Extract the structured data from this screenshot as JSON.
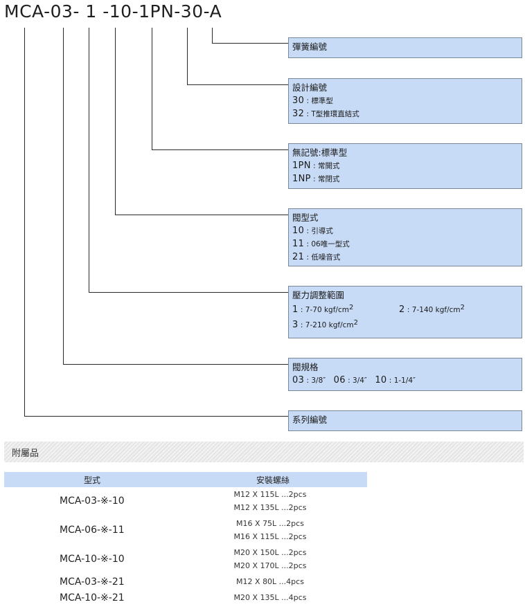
{
  "model_code": "MCA-03- 1 -10-1PN-30-A",
  "spring": {
    "title": "彈簧編號"
  },
  "design": {
    "title": "設計編號",
    "rows": [
      {
        "code": "30",
        "sep": " : ",
        "desc": "標準型"
      },
      {
        "code": "32",
        "sep": " : ",
        "desc": "T型推環直結式"
      }
    ]
  },
  "mark": {
    "title": "無記號:標準型",
    "rows": [
      {
        "code": "1PN",
        "sep": " : ",
        "desc": "常開式"
      },
      {
        "code": "1NP",
        "sep": " : ",
        "desc": "常閉式"
      }
    ]
  },
  "valve_type": {
    "title": "閥型式",
    "rows": [
      {
        "code": "10",
        "sep": " : ",
        "desc": "引導式"
      },
      {
        "code": "11",
        "sep": " : ",
        "desc": "06唯一型式"
      },
      {
        "code": "21",
        "sep": " : ",
        "desc": "低噪音式"
      }
    ]
  },
  "pressure": {
    "title": "壓力調整範圍",
    "r1": {
      "code": "1",
      "sep": " : ",
      "desc": "7-70 kgf/cm",
      "exp": "2"
    },
    "r2": {
      "code": "2",
      "sep": " : ",
      "desc": "7-140 kgf/cm",
      "exp": "2"
    },
    "r3": {
      "code": "3",
      "sep": " : ",
      "desc": "7-210 kgf/cm",
      "exp": "2"
    }
  },
  "valve_size": {
    "title": "閥規格",
    "items": [
      {
        "code": "03",
        "sep": " : ",
        "desc": "3/8″"
      },
      {
        "code": "06",
        "sep": " : ",
        "desc": "3/4″"
      },
      {
        "code": "10",
        "sep": " : ",
        "desc": "1-1/4″"
      }
    ]
  },
  "series": {
    "title": "系列編號"
  },
  "accessories": {
    "title": "附屬品",
    "headers": [
      "型式",
      "安裝螺絲"
    ],
    "rows": [
      {
        "model": "MCA-03-※-10",
        "screws": [
          "M12 X 115L ...2pcs",
          "M12 X 135L ...2pcs"
        ]
      },
      {
        "model": "MCA-06-※-11",
        "screws": [
          "M16 X 75L ...2pcs",
          "M16 X 115L ...2pcs"
        ]
      },
      {
        "model": "MCA-10-※-10",
        "screws": [
          "M20 X 150L ...2pcs",
          "M20 X 170L ...2pcs"
        ]
      },
      {
        "model": "MCA-03-※-21",
        "screws": [
          "M12 X 80L ...4pcs"
        ]
      },
      {
        "model": "MCA-10-※-21",
        "screws": [
          "M20 X 135L ...4pcs"
        ]
      }
    ]
  }
}
